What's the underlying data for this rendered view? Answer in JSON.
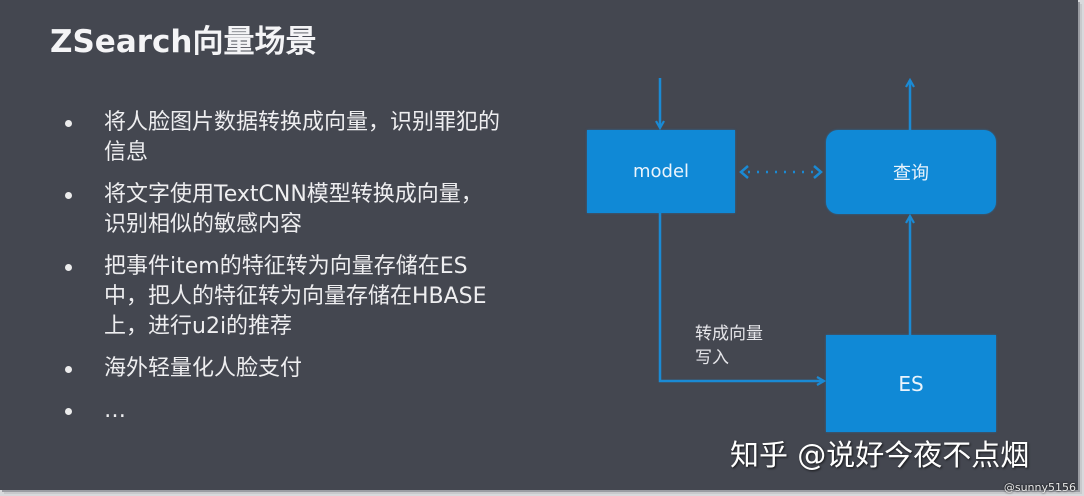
{
  "slide": {
    "title": "ZSearch向量场景",
    "bullets": [
      {
        "text": "将人脸图片数据转换成向量，识别罪犯的信息"
      },
      {
        "text": "将文字使用TextCNN模型转换成向量，识别相似的敏感内容"
      },
      {
        "text": "把事件item的特征转为向量存储在ES中，把人的特征转为向量存储在HBASE上，进行u2i的推荐"
      },
      {
        "text": "海外轻量化人脸支付"
      },
      {
        "text": "…"
      }
    ]
  },
  "diagram": {
    "nodes": {
      "model": "model",
      "query": "查询",
      "es": "ES"
    },
    "edge_label": "转成向量\n写入",
    "colors": {
      "background": "#444750",
      "node_fill": "#1089d6",
      "arrow": "#1a8ad4"
    }
  },
  "watermark": {
    "text": "知乎 @说好今夜不点烟",
    "credit": "@sunny5156"
  }
}
